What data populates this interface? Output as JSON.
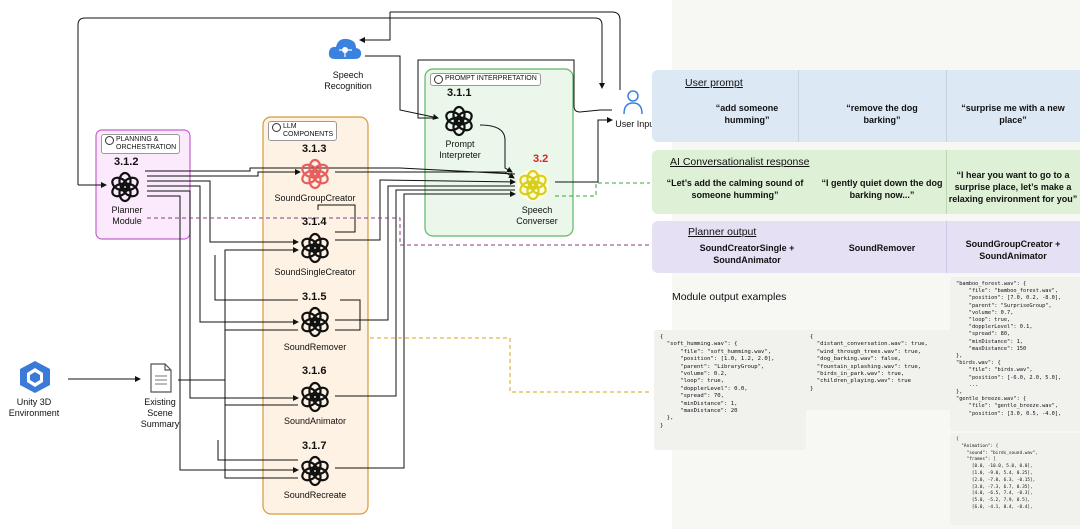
{
  "colors": {
    "planning_border": "#c75fd0",
    "planning_fill": "#fbeafc",
    "llm_border": "#d79a3c",
    "llm_fill": "#fdf2e4",
    "prompt_border": "#5fb764",
    "prompt_fill": "#eaf7ea",
    "user_prompt_band": "#dde8f5",
    "ai_response_band": "#def0d6",
    "planner_output_band": "#e6e0f5",
    "accent_red": "#e02020",
    "unity_blue": "#3a7ad8",
    "speech_blue": "#3b82e0"
  },
  "groups": {
    "planning": "PLANNING &\nORCHESTRATION",
    "llm": "LLM\nCOMPONENTS",
    "prompt": "PROMPT INTERPRETATION"
  },
  "nodes": {
    "speech_recognition": "Speech\nRecognition",
    "user_input": "User Input",
    "prompt_interpreter": {
      "num": "3.1.1",
      "label": "Prompt\nInterpreter"
    },
    "speech_converser": {
      "num": "3.2",
      "label": "Speech\nConverser"
    },
    "planner": {
      "num": "3.1.2",
      "label": "Planner\nModule"
    },
    "sound_group_creator": {
      "num": "3.1.3",
      "label": "SoundGroupCreator"
    },
    "sound_single_creator": {
      "num": "3.1.4",
      "label": "SoundSingleCreator"
    },
    "sound_remover": {
      "num": "3.1.5",
      "label": "SoundRemover"
    },
    "sound_animator": {
      "num": "3.1.6",
      "label": "SoundAnimator"
    },
    "sound_recreate": {
      "num": "3.1.7",
      "label": "SoundRecreate"
    },
    "unity": "Unity 3D\nEnvironment",
    "scene_summary": "Existing\nScene\nSummary"
  },
  "user_prompt": {
    "title": "User prompt",
    "items": [
      "“add someone\nhumming”",
      "“remove the dog\nbarking”",
      "“surprise me with a new\nplace”"
    ]
  },
  "ai_response": {
    "title": "AI Conversationalist response",
    "items": [
      "“Let’s add the calming sound of\nsomeone humming”",
      "“I gently quiet down the dog\nbarking now...”",
      "“I hear you want to go to a\nsurprise place, let’s make a\nrelaxing environment for you”"
    ]
  },
  "planner_output": {
    "title": "Planner output",
    "items": [
      "SoundCreatorSingle +\nSoundAnimator",
      "SoundRemover",
      "SoundGroupCreator +\nSoundAnimator"
    ]
  },
  "module_output": {
    "title": "Module output examples",
    "code1": "{\n  \"soft_humming.wav\": {\n      \"file\": \"soft_humming.wav\",\n      \"position\": [1.0, 1.2, 2.0],\n      \"parent\": \"LibraryGroup\",\n      \"volume\": 0.2,\n      \"loop\": true,\n      \"dopplerLevel\": 0.0,\n      \"spread\": 70,\n      \"minDistance\": 1,\n      \"maxDistance\": 20\n  },\n}",
    "code2": "{\n  \"distant_conversation.wav\": true,\n  \"wind_through_trees.wav\": true,\n  \"dog_barking.wav\": false,\n  \"fountain_splashing.wav\": true,\n  \"birds_in_park.wav\": true,\n  \"children_playing.wav\": true\n}",
    "code3": "\"bamboo_forest.wav\": {\n    \"file\": \"bamboo_forest.wav\",\n    \"position\": [7.0, 0.2, -8.0],\n    \"parent\": \"SurpriseGroup\",\n    \"volume\": 0.7,\n    \"loop\": true,\n    \"dopplerLevel\": 0.1,\n    \"spread\": 80,\n    \"minDistance\": 1,\n    \"maxDistance\": 150\n},\n\"birds.wav\": {\n    \"file\": \"birds.wav\",\n    \"position\": [-6.0, 2.0, 5.0],\n    ...\n},\n\"gentle_breeze.wav\": {\n    \"file\": \"gentle_breeze.wav\",\n    \"position\": [3.0, 0.5, -4.0],",
    "code4": "{\n  \"Animation\": {\n    \"sound\": \"birds_sound.wav\",\n    \"frames\": [\n      [0.0, -10.0, 5.0, 0.0],\n      [1.0, -9.0, 5.4, 0.25],\n      [2.0, -7.0, 6.3, -0.15],\n      [3.0, -7.3, 6.7, 0.35],\n      [4.0, -6.5, 7.4, -0.3],\n      [5.0, -5.2, 7.9, 0.5],\n      [6.0, -4.1, 8.4, -0.4],"
  }
}
